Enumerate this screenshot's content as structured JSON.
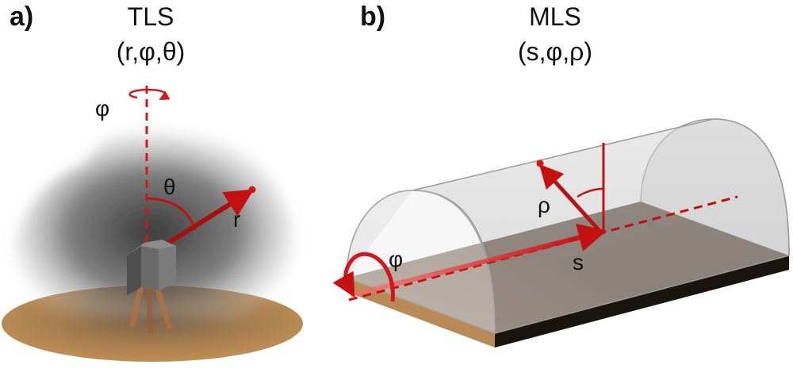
{
  "panel_a": {
    "label": "a)",
    "title": "TLS",
    "coords": "(r,φ,θ)",
    "symbol_phi": "φ",
    "symbol_theta": "θ",
    "symbol_r": "r"
  },
  "panel_b": {
    "label": "b)",
    "title": "MLS",
    "coords": "(s,φ,ρ)",
    "symbol_phi": "φ",
    "symbol_rho": "ρ",
    "symbol_s": "s"
  },
  "colors": {
    "accent_red": "#d01818",
    "ground_brown": "#b98a57",
    "floor_dark": "#4a3422",
    "scanner_gray": "#6f6f6f"
  }
}
